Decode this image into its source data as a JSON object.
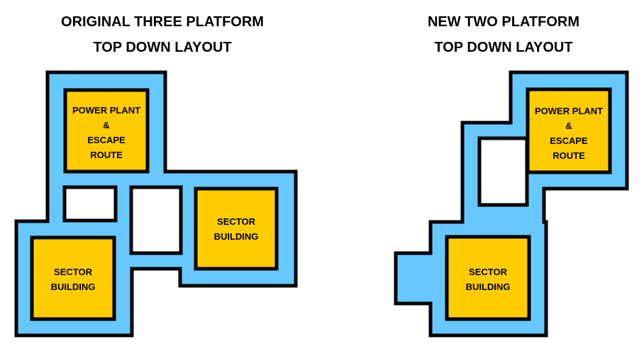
{
  "colors": {
    "platform_fill": "#66c8ff",
    "building_fill": "#ffcc00",
    "outline": "#000000",
    "hole_fill": "#ffffff"
  },
  "left_layout": {
    "title_line1": "ORIGINAL THREE PLATFORM",
    "title_line2": "TOP DOWN LAYOUT",
    "power_plant": {
      "line1": "POWER PLANT",
      "line2": "&",
      "line3": "ESCAPE",
      "line4": "ROUTE"
    },
    "sector_building_right": {
      "line1": "SECTOR",
      "line2": "BUILDING"
    },
    "sector_building_bottom": {
      "line1": "SECTOR",
      "line2": "BUILDING"
    }
  },
  "right_layout": {
    "title_line1": "NEW TWO PLATFORM",
    "title_line2": "TOP DOWN LAYOUT",
    "power_plant": {
      "line1": "POWER PLANT",
      "line2": "&",
      "line3": "ESCAPE",
      "line4": "ROUTE"
    },
    "sector_building": {
      "line1": "SECTOR",
      "line2": "BUILDING"
    }
  }
}
